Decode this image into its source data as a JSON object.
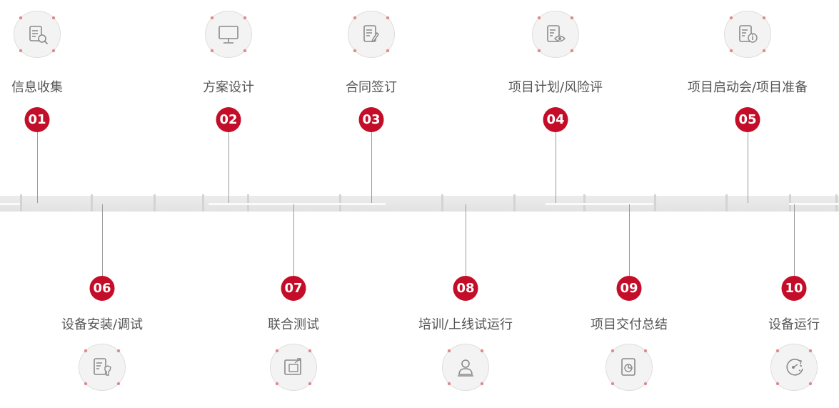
{
  "steps": [
    {
      "num": "01",
      "label": "信息收集",
      "icon": "document-search-icon",
      "name": "info-collection"
    },
    {
      "num": "02",
      "label": "方案设计",
      "icon": "monitor-icon",
      "name": "solution-design"
    },
    {
      "num": "03",
      "label": "合同签订",
      "icon": "document-pen-icon",
      "name": "contract-signing"
    },
    {
      "num": "04",
      "label": "项目计划/风险评",
      "icon": "document-eye-icon",
      "name": "project-plan-risk"
    },
    {
      "num": "05",
      "label": "项目启动会/项目准备",
      "icon": "document-info-icon",
      "name": "kickoff-preparation"
    },
    {
      "num": "06",
      "label": "设备安装/调试",
      "icon": "document-wrench-icon",
      "name": "equipment-install"
    },
    {
      "num": "07",
      "label": "联合测试",
      "icon": "window-share-icon",
      "name": "joint-testing"
    },
    {
      "num": "08",
      "label": "培训/上线试运行",
      "icon": "user-icon",
      "name": "training-trial"
    },
    {
      "num": "09",
      "label": "项目交付总结",
      "icon": "document-chart-icon",
      "name": "delivery-summary"
    },
    {
      "num": "10",
      "label": "设备运行",
      "icon": "gauge-icon",
      "name": "equipment-operation"
    }
  ],
  "colors": {
    "badge": "#c40d28",
    "label": "#555555",
    "icon_stroke": "#8a8a8a",
    "icon_bg": "#f3f3f3",
    "icon_dot": "#e08a8a",
    "track": "#e4e4e4",
    "connector": "#9a9a9a"
  }
}
